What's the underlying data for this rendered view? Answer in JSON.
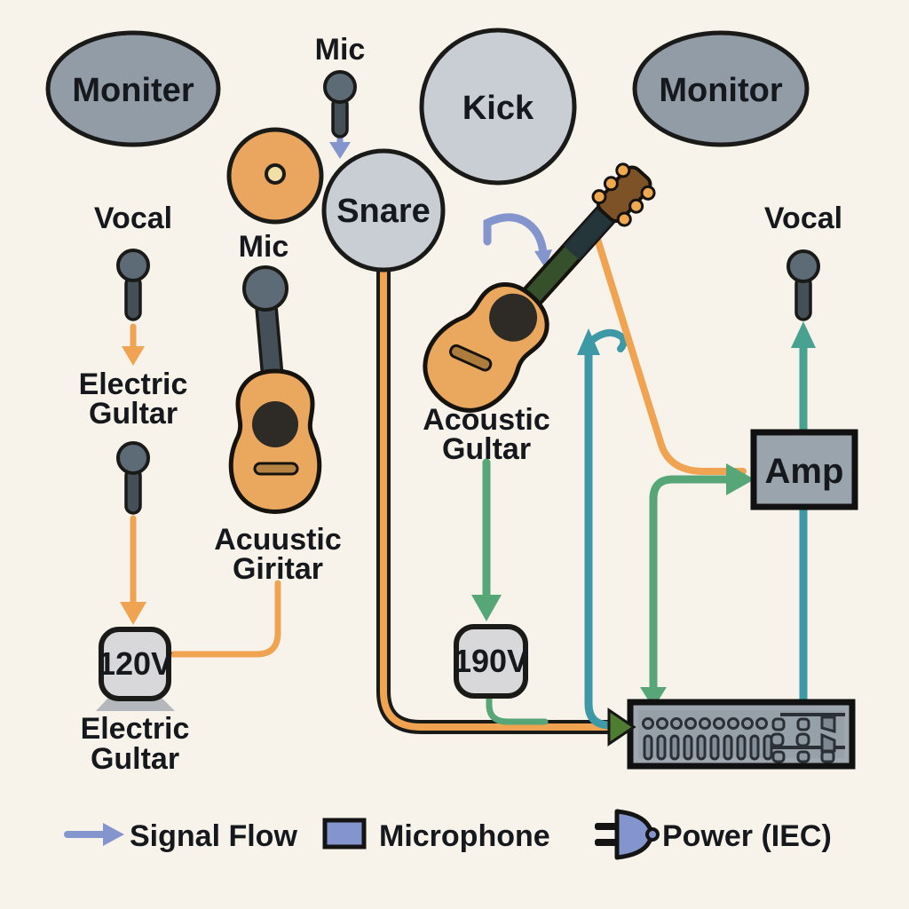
{
  "colors": {
    "background": "#f8f3ea",
    "outline": "#1a1a18",
    "orange": "#f0a351",
    "teal": "#3d99a5",
    "green": "#57a678",
    "teal_green": "#49a291",
    "periwinkle": "#8495cd",
    "node_gray": "#929ca6",
    "drum_gray": "#c8ced4",
    "box_gray": "#d8d8da",
    "amp_gray": "#9aa4ad",
    "mixer_gray": "#9fa8b0",
    "mic_gray": "#5d6b76",
    "mic_dark": "#454f58",
    "cymbal_orange": "#eaa65e",
    "guitar_orange": "#e9a85e",
    "cable_arrow_green": "#4e7c31"
  },
  "nodes": {
    "monitor_left": "Moniter",
    "monitor_right": "Monitor",
    "kick": "Kick",
    "snare": "Snare",
    "amp": "Amp",
    "power_box_left": "120V",
    "power_box_right": "190V"
  },
  "labels": {
    "mic_top": "Mic",
    "mic_mid": "Mic",
    "vocal_left": "Vocal",
    "vocal_right": "Vocal",
    "electric_guitar_upper": [
      "Electric",
      "Gultar"
    ],
    "electric_guitar_lower": [
      "Electric",
      "Gultar"
    ],
    "acoustic_guitar_left": [
      "Acuustic",
      "Giritar"
    ],
    "acoustic_guitar_mid": [
      "Acoustic",
      "Gultar"
    ]
  },
  "legend": {
    "signal_flow": "Signal Flow",
    "microphone": "Microphone",
    "power": "Power (IEC)"
  },
  "icons": {
    "microphone": "mic-icon",
    "cymbal": "cymbal-icon",
    "acoustic_guitar": "guitar-icon",
    "mixer": "mixer-icon",
    "amp": "amp-box",
    "power_plug": "power-plug-icon",
    "signal_arrow": "arrow-icon"
  }
}
